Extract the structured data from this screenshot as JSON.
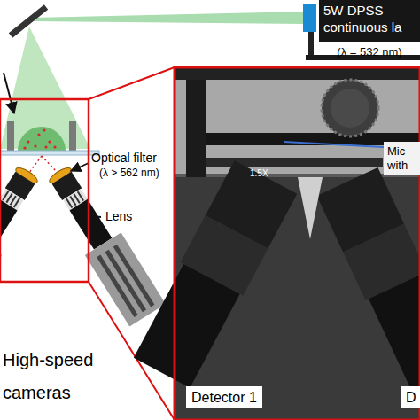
{
  "diagram": {
    "nodes": [
      {
        "text": [
          "5W DPSS continuous la",
          "(λ = 532 nm)"
        ]
      },
      {
        "text": [
          "Mic with"
        ]
      },
      {
        "text": [
          "Detector 1"
        ]
      },
      {
        "text": [
          "D"
        ]
      }
    ],
    "labels": [
      "Optical filter",
      "(λ > 562 nm)",
      "Lens",
      "High-speed cameras",
      "1.5X"
    ]
  }
}
